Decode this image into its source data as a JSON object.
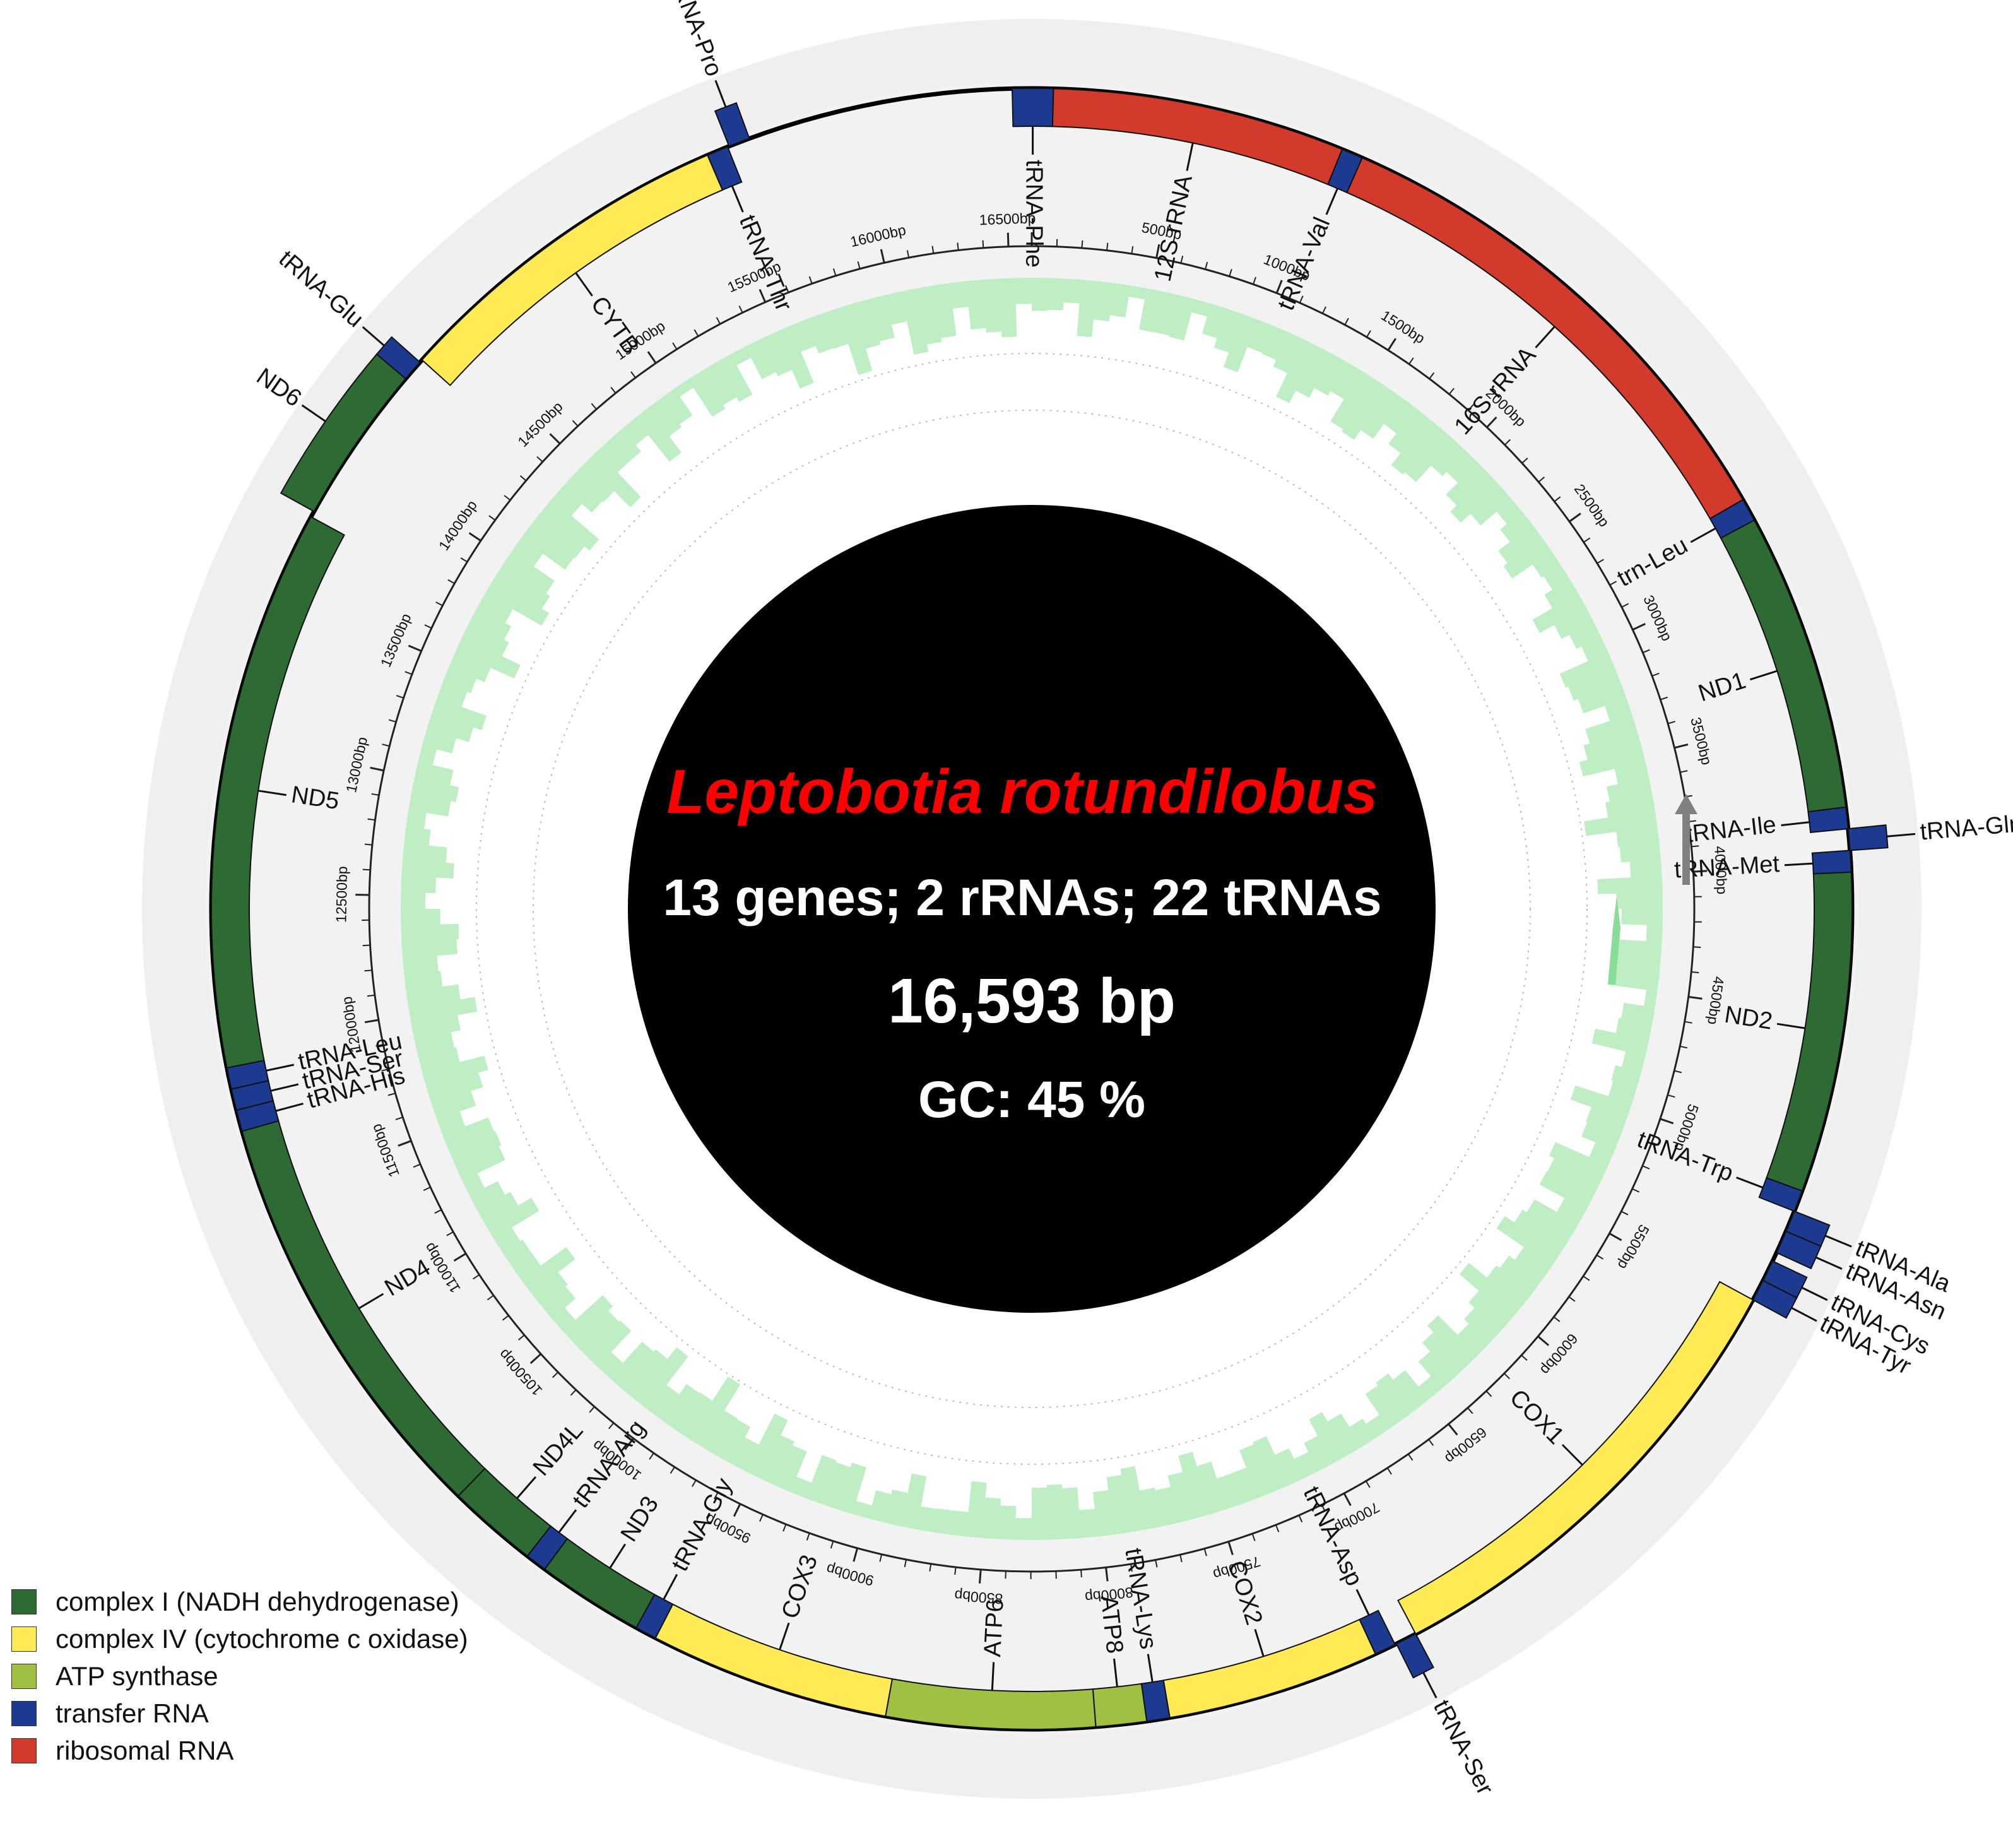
{
  "genome": {
    "species": "Leptobotia rotundilobus",
    "summary": "13 genes; 2 rRNAs; 22 tRNAs",
    "length_label": "16,593 bp",
    "gc_label": "GC: 45 %",
    "length_bp": 16593
  },
  "colors": {
    "complex_I": "#2e6b34",
    "complex_IV": "#ffeb55",
    "atp": "#a0c044",
    "trna": "#1c3a8f",
    "rrna": "#d23b2b",
    "gc_fill": "#bfeec5",
    "species_text": "#ff0000",
    "center": "#000000"
  },
  "features": [
    {
      "name": "tRNA-Phe",
      "type": "trna",
      "start": 16530,
      "end": 70,
      "strand": "+"
    },
    {
      "name": "12S rRNA",
      "type": "rrna",
      "start": 70,
      "end": 1025,
      "strand": "+"
    },
    {
      "name": "tRNA-Val",
      "type": "trna",
      "start": 1025,
      "end": 1095,
      "strand": "+"
    },
    {
      "name": "16S rRNA",
      "type": "rrna",
      "start": 1095,
      "end": 2770,
      "strand": "+"
    },
    {
      "name": "trn-Leu",
      "type": "trna",
      "start": 2770,
      "end": 2845,
      "strand": "+"
    },
    {
      "name": "ND1",
      "type": "complex_I",
      "start": 2845,
      "end": 3820,
      "strand": "+"
    },
    {
      "name": "tRNA-Ile",
      "type": "trna",
      "start": 3820,
      "end": 3890,
      "strand": "+"
    },
    {
      "name": "tRNA-Gln",
      "type": "trna",
      "start": 3890,
      "end": 3960,
      "strand": "-"
    },
    {
      "name": "tRNA-Met",
      "type": "trna",
      "start": 3960,
      "end": 4030,
      "strand": "+"
    },
    {
      "name": "ND2",
      "type": "complex_I",
      "start": 4030,
      "end": 5075,
      "strand": "+"
    },
    {
      "name": "tRNA-Trp",
      "type": "trna",
      "start": 5075,
      "end": 5145,
      "strand": "+"
    },
    {
      "name": "tRNA-Ala",
      "type": "trna",
      "start": 5145,
      "end": 5215,
      "strand": "-"
    },
    {
      "name": "tRNA-Asn",
      "type": "trna",
      "start": 5215,
      "end": 5290,
      "strand": "-"
    },
    {
      "name": "tRNA-Cys",
      "type": "trna",
      "start": 5320,
      "end": 5390,
      "strand": "-"
    },
    {
      "name": "tRNA-Tyr",
      "type": "trna",
      "start": 5390,
      "end": 5460,
      "strand": "-"
    },
    {
      "name": "COX1",
      "type": "complex_IV",
      "start": 5460,
      "end": 7010,
      "strand": "+"
    },
    {
      "name": "tRNA-Ser",
      "type": "trna",
      "start": 7010,
      "end": 7080,
      "strand": "-"
    },
    {
      "name": "tRNA-Asp",
      "type": "trna",
      "start": 7085,
      "end": 7155,
      "strand": "+"
    },
    {
      "name": "COX2",
      "type": "complex_IV",
      "start": 7155,
      "end": 7850,
      "strand": "+"
    },
    {
      "name": "tRNA-Lys",
      "type": "trna",
      "start": 7850,
      "end": 7925,
      "strand": "+"
    },
    {
      "name": "ATP8",
      "type": "atp",
      "start": 7925,
      "end": 8090,
      "strand": "+"
    },
    {
      "name": "ATP6",
      "type": "atp",
      "start": 8090,
      "end": 8770,
      "strand": "+"
    },
    {
      "name": "COX3",
      "type": "complex_IV",
      "start": 8770,
      "end": 9555,
      "strand": "+"
    },
    {
      "name": "tRNA-Gly",
      "type": "trna",
      "start": 9555,
      "end": 9625,
      "strand": "+"
    },
    {
      "name": "ND3",
      "type": "complex_I",
      "start": 9625,
      "end": 9975,
      "strand": "+"
    },
    {
      "name": "tRNA-Arg",
      "type": "trna",
      "start": 9975,
      "end": 10045,
      "strand": "+"
    },
    {
      "name": "ND4L",
      "type": "complex_I",
      "start": 10045,
      "end": 10340,
      "strand": "+"
    },
    {
      "name": "ND4",
      "type": "complex_I",
      "start": 10340,
      "end": 11720,
      "strand": "+"
    },
    {
      "name": "tRNA-His",
      "type": "trna",
      "start": 11720,
      "end": 11790,
      "strand": "+"
    },
    {
      "name": "tRNA-Ser",
      "type": "trna",
      "start": 11790,
      "end": 11860,
      "strand": "+"
    },
    {
      "name": "tRNA-Leu",
      "type": "trna",
      "start": 11860,
      "end": 11930,
      "strand": "+"
    },
    {
      "name": "ND5",
      "type": "complex_I",
      "start": 11930,
      "end": 13760,
      "strand": "+"
    },
    {
      "name": "ND6",
      "type": "complex_I",
      "start": 13780,
      "end": 14300,
      "strand": "-"
    },
    {
      "name": "tRNA-Glu",
      "type": "trna",
      "start": 14300,
      "end": 14370,
      "strand": "-"
    },
    {
      "name": "CYTB",
      "type": "complex_IV",
      "start": 14380,
      "end": 15520,
      "strand": "+"
    },
    {
      "name": "tRNA-Thr",
      "type": "trna",
      "start": 15520,
      "end": 15590,
      "strand": "+"
    },
    {
      "name": "tRNA-Pro",
      "type": "trna",
      "start": 15595,
      "end": 15665,
      "strand": "-"
    }
  ],
  "ticks": {
    "labels": [
      "500bp",
      "1000bp",
      "1500bp",
      "2000bp",
      "2500bp",
      "3000bp",
      "3500bp",
      "4000bp",
      "4500bp",
      "5000bp",
      "5500bp",
      "6000bp",
      "6500bp",
      "7000bp",
      "7500bp",
      "8000bp",
      "8500bp",
      "9000bp",
      "9500bp",
      "10000bp",
      "10500bp",
      "11000bp",
      "11500bp",
      "12000bp",
      "12500bp",
      "13000bp",
      "13500bp",
      "14000bp",
      "14500bp",
      "15000bp",
      "15500bp",
      "16000bp",
      "16500bp"
    ]
  },
  "legend": [
    {
      "label": "complex I (NADH dehydrogenase)",
      "color": "#2e6b34"
    },
    {
      "label": "complex IV (cytochrome c oxidase)",
      "color": "#ffeb55"
    },
    {
      "label": "ATP synthase",
      "color": "#a0c044"
    },
    {
      "label": "transfer RNA",
      "color": "#1c3a8f"
    },
    {
      "label": "ribosomal RNA",
      "color": "#d23b2b"
    }
  ]
}
